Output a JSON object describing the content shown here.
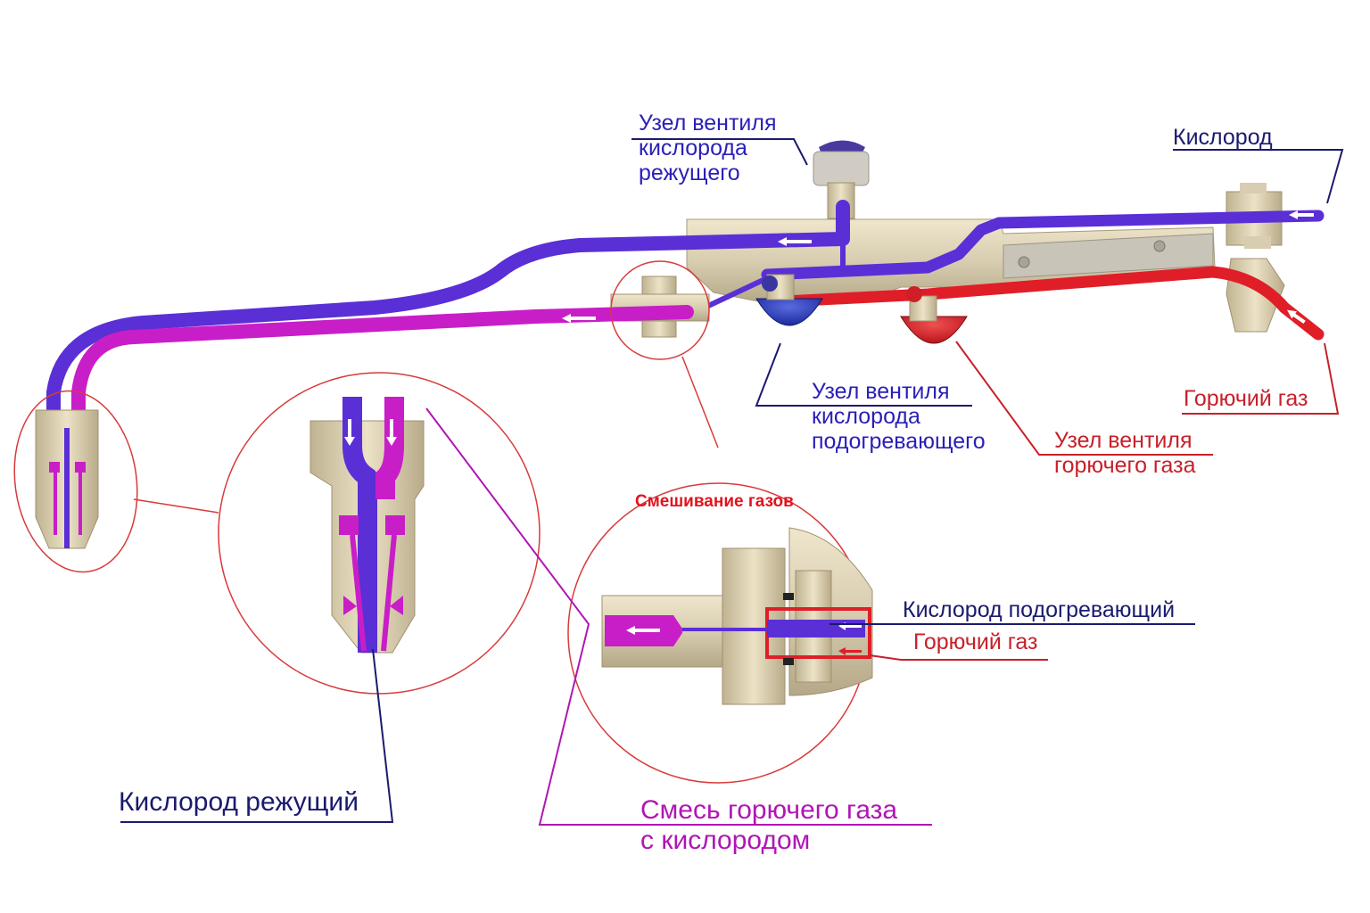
{
  "colors": {
    "oxygen": "#5a2fd6",
    "oxygen_dark": "#2a1fb8",
    "mixture": "#c81ec8",
    "fuel_gas": "#e01e28",
    "brass": "#d8cdb0",
    "leader_navy": "#1a1a6e",
    "leader_red": "#c8202a",
    "leader_magenta": "#b016b4",
    "circle_red": "#d83a3a"
  },
  "labels": {
    "cutting_oxygen_valve": [
      "Узел вентиля",
      "кислорода",
      "режущего"
    ],
    "oxygen": "Кислород",
    "fuel_gas": "Горючий газ",
    "preheat_oxygen_valve": [
      "Узел вентиля",
      "кислорода",
      "подогревающего"
    ],
    "fuel_gas_valve": [
      "Узел вентиля",
      "горючего газа"
    ],
    "gas_mixing": "Смешивание газов",
    "preheat_oxygen": "Кислород подогревающий",
    "fuel_gas_detail": "Горючий газ",
    "cutting_oxygen": "Кислород режущий",
    "mixture": [
      "Смесь горючего газа",
      "с кислородом"
    ]
  },
  "icons": {
    "flow_arrow": "left-arrow-icon",
    "down_arrow": "down-arrow-icon"
  }
}
